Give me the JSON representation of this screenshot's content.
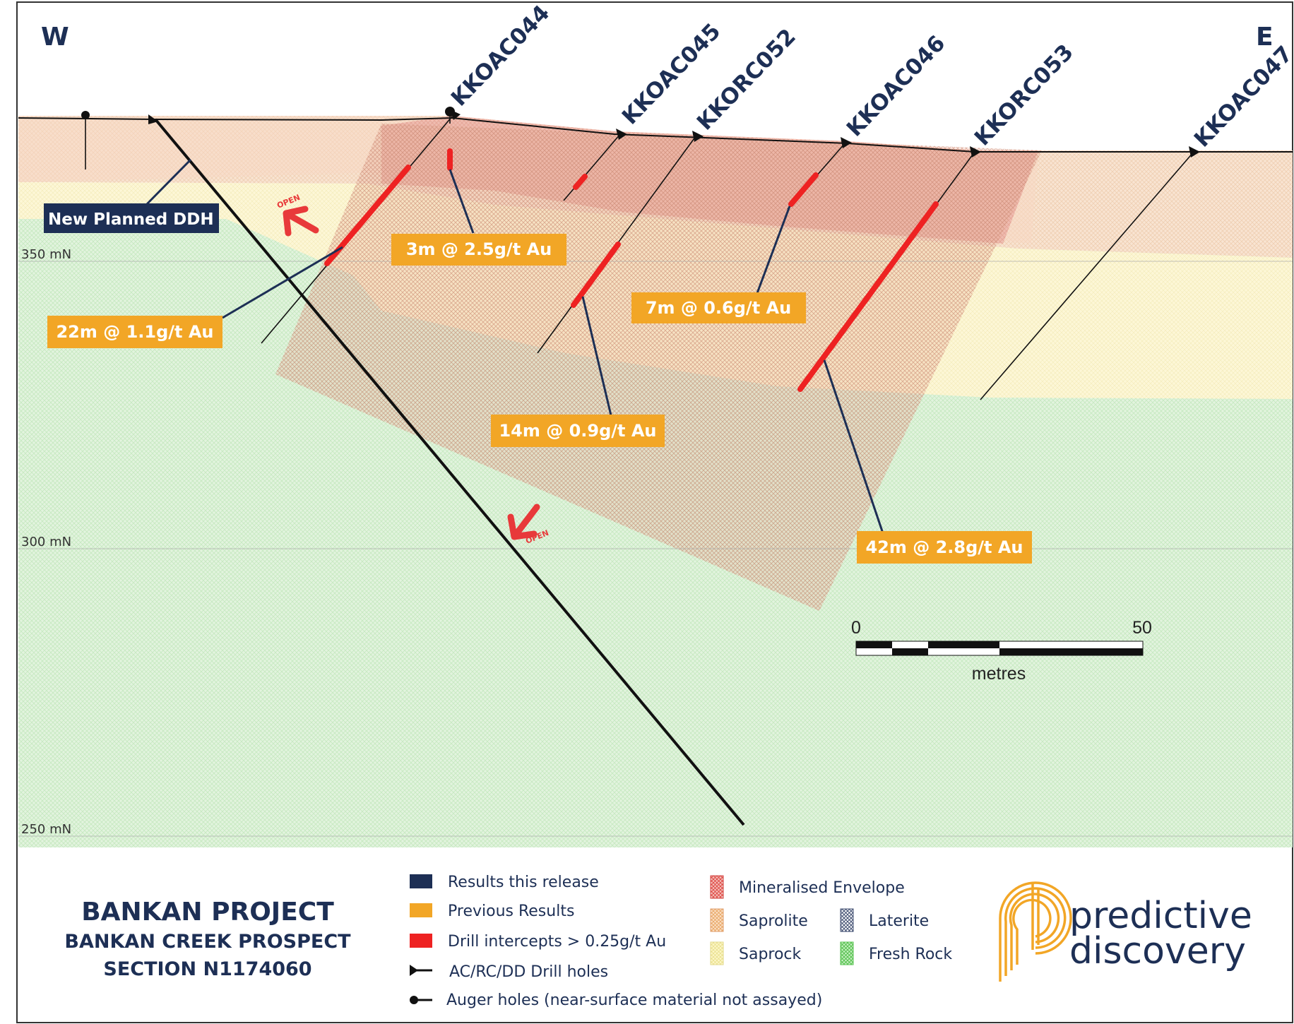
{
  "section": {
    "west_label": "W",
    "east_label": "E",
    "elevations": [
      "350 mN",
      "300 mN",
      "250 mN"
    ],
    "holes": [
      "KKOAC044",
      "KKOAC045",
      "KKORC052",
      "KKOAC046",
      "KKORC053",
      "KKOAC047"
    ],
    "planned_hole_label": "New Planned DDH",
    "open_label": "OPEN",
    "intercepts": [
      {
        "text": "3m @ 2.5g/t Au",
        "status": "previous"
      },
      {
        "text": "22m @ 1.1g/t Au",
        "status": "previous"
      },
      {
        "text": "7m @ 0.6g/t Au",
        "status": "previous"
      },
      {
        "text": "14m @ 0.9g/t Au",
        "status": "previous"
      },
      {
        "text": "42m @ 2.8g/t Au",
        "status": "previous"
      }
    ],
    "scale": {
      "start": "0",
      "end": "50",
      "unit": "metres"
    }
  },
  "title_block": {
    "line1": "BANKAN PROJECT",
    "line2": "BANKAN CREEK PROSPECT",
    "line3": "SECTION N1174060"
  },
  "legend": {
    "results_this_release": "Results this release",
    "previous_results": "Previous Results",
    "drill_intercepts": "Drill intercepts > 0.25g/t Au",
    "drill_holes": "AC/RC/DD Drill holes",
    "auger_holes": "Auger holes (near-surface material not assayed)",
    "mineralised_envelope": "Mineralised Envelope",
    "saprolite": "Saprolite",
    "laterite": "Laterite",
    "saprock": "Saprock",
    "fresh_rock": "Fresh Rock"
  },
  "brand": {
    "line1": "predictive",
    "line2": "discovery"
  },
  "colors": {
    "navy": "#1d2f55",
    "orange": "#f2a626",
    "red": "#e8393a",
    "laterite_pink": "#f3c4be",
    "saprolite_peach": "#f7dcc4",
    "saprock_yellow": "#fdf7d2",
    "fresh_green": "#dff3dc"
  }
}
